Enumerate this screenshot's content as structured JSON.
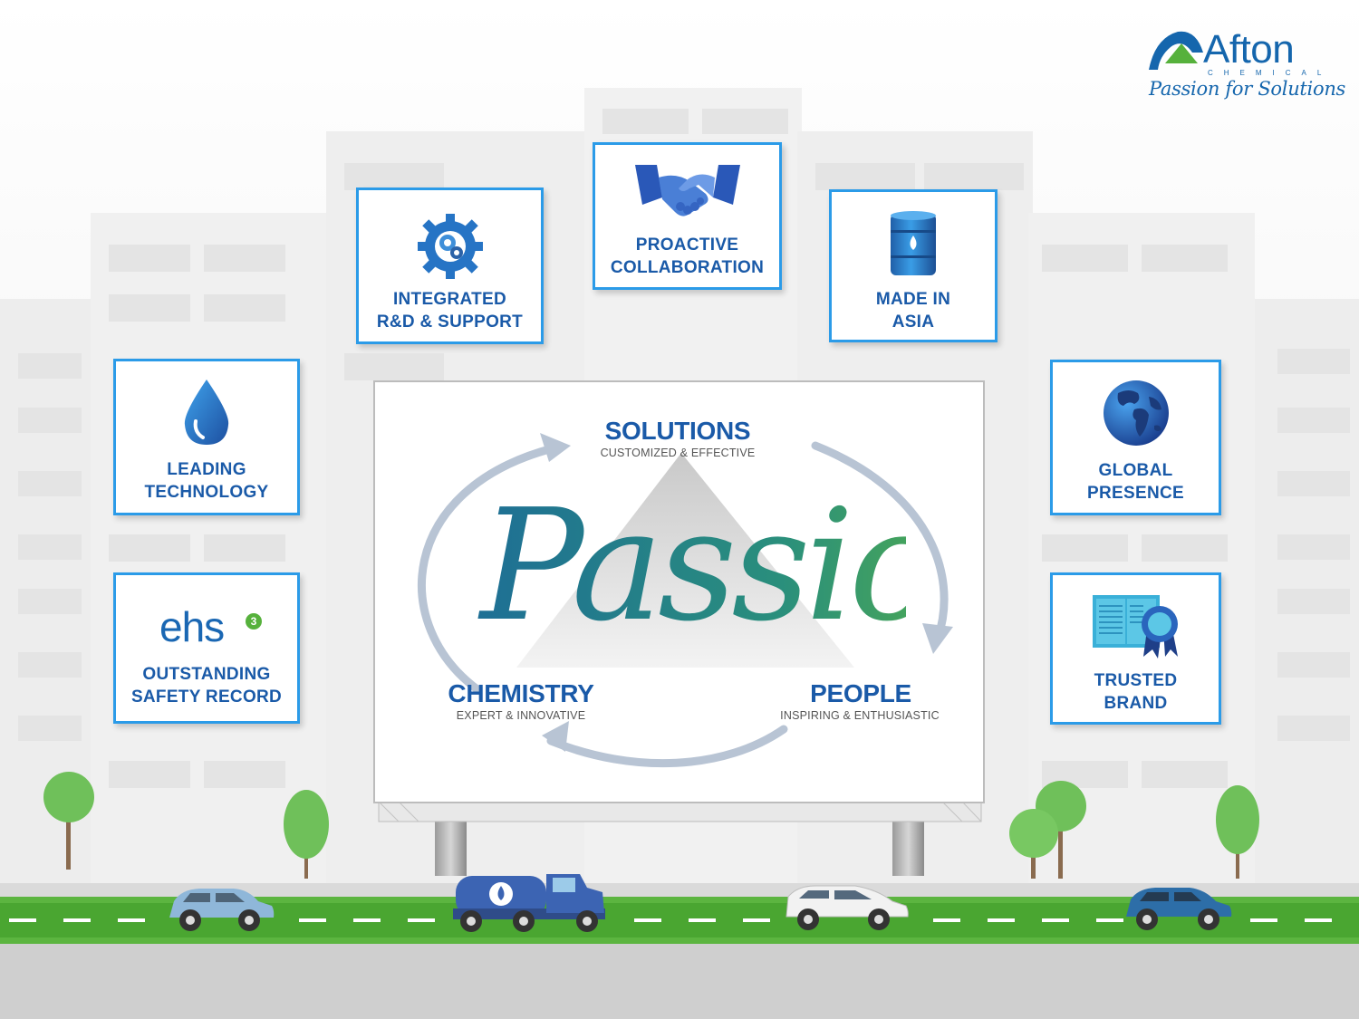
{
  "logo": {
    "name": "Afton",
    "subname": "CHEMICAL",
    "tagline": "Passion for Solutions"
  },
  "cards": {
    "integrated": {
      "line1": "INTEGRATED",
      "line2": "R&D & SUPPORT",
      "icon": "gears-icon"
    },
    "proactive": {
      "line1": "PROACTIVE",
      "line2": "COLLABORATION",
      "icon": "handshake-icon"
    },
    "made_in": {
      "line1": "MADE IN",
      "line2": "ASIA",
      "icon": "oil-barrel-icon"
    },
    "leading": {
      "line1": "LEADING",
      "line2": "TECHNOLOGY",
      "icon": "droplet-icon"
    },
    "safety": {
      "logo_text": "ehs",
      "logo_sup": "3",
      "line1": "OUTSTANDING",
      "line2": "SAFETY RECORD",
      "icon": "ehs3-logo"
    },
    "global": {
      "line1": "GLOBAL",
      "line2": "PRESENCE",
      "icon": "globe-icon"
    },
    "trusted": {
      "line1": "TRUSTED",
      "line2": "BRAND",
      "icon": "book-ribbon-icon"
    }
  },
  "billboard": {
    "center_word": "Passion",
    "solutions": {
      "title": "SOLUTIONS",
      "sub": "CUSTOMIZED & EFFECTIVE"
    },
    "chemistry": {
      "title": "CHEMISTRY",
      "sub": "EXPERT & INNOVATIVE"
    },
    "people": {
      "title": "PEOPLE",
      "sub": "INSPIRING & ENTHUSIASTIC"
    }
  },
  "colors": {
    "card_border": "#2b9be8",
    "label_blue": "#1a5aa8",
    "road_green": "#5cb540",
    "passion_teal": "#1f7a8c",
    "passion_green": "#56b13c"
  }
}
